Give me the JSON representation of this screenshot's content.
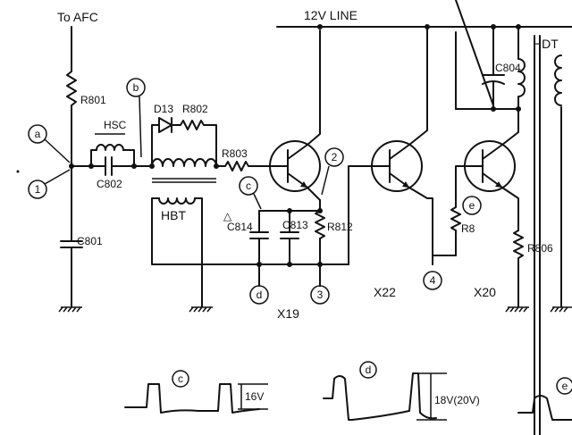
{
  "labels": {
    "to_afc": "To AFC",
    "line_12v": "12V LINE",
    "hdt": "HDT",
    "r801": "R801",
    "r802": "R802",
    "r803": "R803",
    "r812": "R812",
    "r8": "R8",
    "r806": "R806",
    "c802": "C802",
    "c801": "C801",
    "c814": "C814",
    "c813": "C813",
    "c804": "C804",
    "d13": "D13",
    "hsc": "HSC",
    "hbt": "HBT",
    "x19": "X19",
    "x22": "X22",
    "x20": "X20",
    "delta": "△"
  },
  "markers": {
    "a": "a",
    "b": "b",
    "c": "c",
    "d": "d",
    "e": "e",
    "one": "1",
    "two": "2",
    "three": "3",
    "four": "4"
  },
  "waveforms": {
    "c_label": "c",
    "c_amp": "16V",
    "d_label": "d",
    "d_amp": "18V(20V)",
    "e_label": "e"
  }
}
